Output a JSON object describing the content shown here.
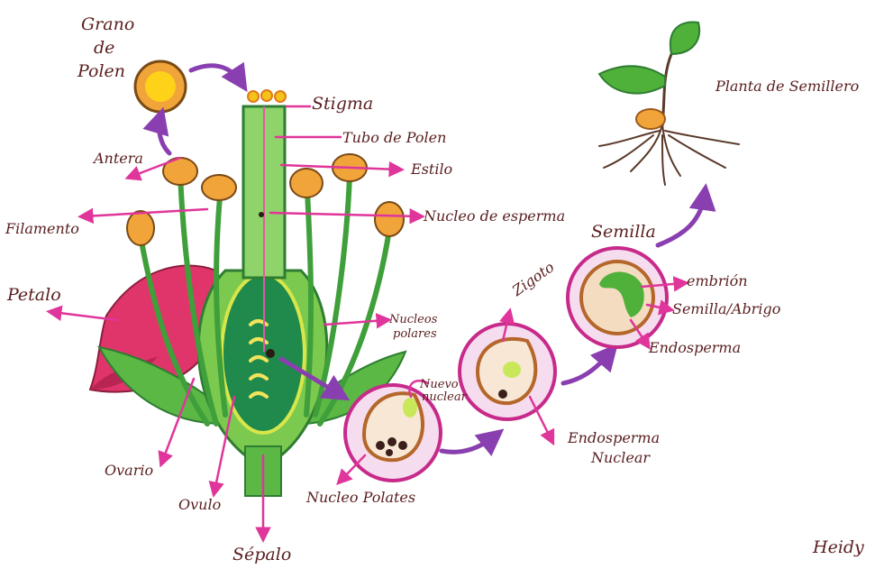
{
  "labels": {
    "grano_line1": "Grano",
    "grano_line2": "de",
    "grano_line3": "Polen",
    "antera": "Antera",
    "filamento": "Filamento",
    "petalo": "Petalo",
    "ovario": "Ovario",
    "ovulo": "Ovulo",
    "sepalo": "Sépalo",
    "stigma": "Stigma",
    "tubo_polen": "Tubo de Polen",
    "estilo": "Estilo",
    "nucleo_esperma": "Nucleo de esperma",
    "nucleos_polares_line1": "Nucleos",
    "nucleos_polares_line2": "polares",
    "nucleo_polates": "Nucleo Polates",
    "nuevo_nuclear_line1": "Nuevo",
    "nuevo_nuclear_line2": "nuclear",
    "zigoto": "Zigoto",
    "endosperma_nuclear_line1": "Endosperma",
    "endosperma_nuclear_line2": "Nuclear",
    "semilla": "Semilla",
    "embrion": "embrión",
    "semilla_abrigo": "Semilla/Abrigo",
    "endosperma": "Endosperma",
    "planta_semillero": "Planta de Semillero",
    "signature": "Heidy"
  },
  "colors": {
    "ink": "#5a1e1e",
    "pointer": "#e0359a",
    "stage_arrow": "#8a3fb0",
    "stem_green": "#3f9f3a",
    "light_green": "#8ed35a",
    "petal": "#e0356a",
    "anther": "#f0a43a",
    "pollen_core": "#ffd21a",
    "seed_brown": "#b5662a",
    "root": "#5a3a2a"
  }
}
